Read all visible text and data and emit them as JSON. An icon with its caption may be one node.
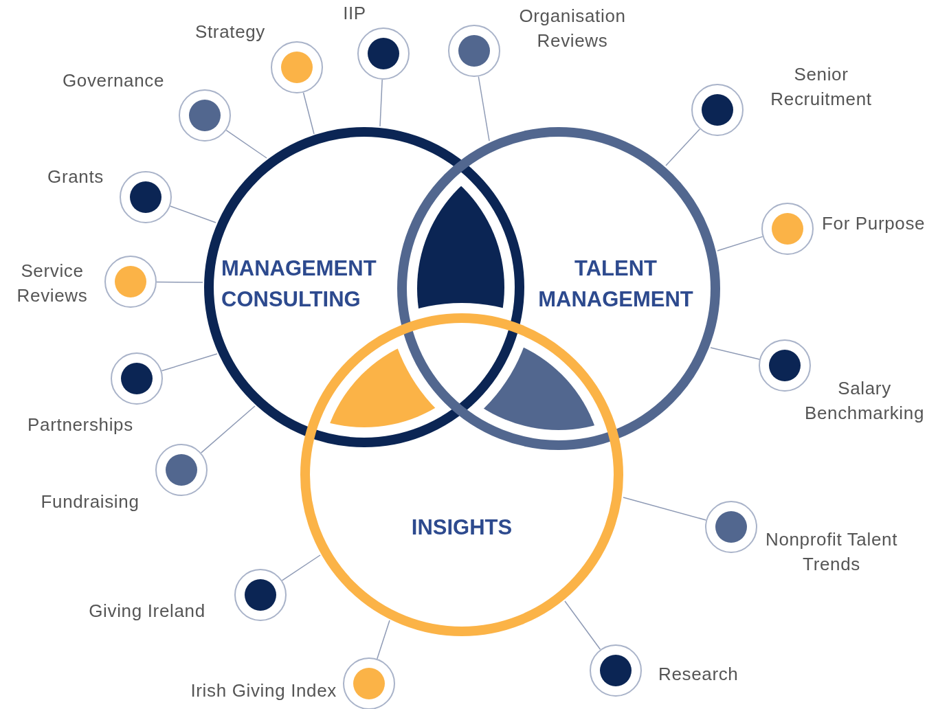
{
  "diagram": {
    "nodes": [
      {
        "text": [
          "MANAGEMENT CONSULTING"
        ]
      },
      {
        "text": [
          "TALENT MANAGEMENT"
        ]
      },
      {
        "text": [
          "INSIGHTS"
        ]
      },
      {
        "text": [],
        "shape": "circle",
        "beside": [
          "Strategy"
        ]
      },
      {
        "text": [],
        "shape": "circle",
        "beside": [
          "IIP"
        ]
      },
      {
        "text": [],
        "shape": "circle",
        "beside": [
          "Organisation Reviews"
        ]
      },
      {
        "text": [],
        "shape": "circle",
        "beside": [
          "Governance"
        ]
      },
      {
        "text": [],
        "shape": "circle",
        "beside": [
          "Senior Recruitment"
        ]
      },
      {
        "text": [],
        "shape": "circle",
        "beside": [
          "Grants"
        ]
      },
      {
        "text": [],
        "shape": "circle",
        "beside": [
          "For Purpose"
        ]
      },
      {
        "text": [],
        "shape": "circle",
        "beside": [
          "Service Reviews"
        ]
      },
      {
        "text": [],
        "shape": "circle",
        "beside": [
          "Salary Benchmarking"
        ]
      },
      {
        "text": [],
        "shape": "circle",
        "beside": [
          "Partnerships"
        ]
      },
      {
        "text": [],
        "shape": "circle",
        "beside": [
          "Fundraising"
        ]
      },
      {
        "text": [],
        "shape": "circle",
        "beside": [
          "Nonprofit Talent Trends"
        ]
      },
      {
        "text": [],
        "shape": "circle",
        "beside": [
          "Giving Ireland"
        ]
      },
      {
        "text": [],
        "shape": "circle",
        "beside": [
          "Research"
        ]
      },
      {
        "text": [],
        "shape": "circle",
        "beside": [
          "Irish Giving Index"
        ]
      }
    ],
    "edges": [
      {
        "from": 3,
        "to": 0,
        "arrow": "none"
      },
      {
        "from": 4,
        "to": 0,
        "arrow": "none"
      },
      {
        "from": 5,
        "to": 1,
        "arrow": "none"
      },
      {
        "from": 6,
        "to": 0,
        "arrow": "none"
      },
      {
        "from": 7,
        "to": 1,
        "arrow": "none"
      },
      {
        "from": 8,
        "to": 0,
        "arrow": "none"
      },
      {
        "from": 9,
        "to": 1,
        "arrow": "none"
      },
      {
        "from": 10,
        "to": 0,
        "arrow": "none"
      },
      {
        "from": 11,
        "to": 1,
        "arrow": "none"
      },
      {
        "from": 12,
        "to": 0,
        "arrow": "none"
      },
      {
        "from": 13,
        "to": 0,
        "arrow": "none"
      },
      {
        "from": 14,
        "to": 2,
        "arrow": "none"
      },
      {
        "from": 15,
        "to": 2,
        "arrow": "none"
      },
      {
        "from": 16,
        "to": 2,
        "arrow": "none"
      },
      {
        "from": 17,
        "to": 2,
        "arrow": "none"
      }
    ]
  }
}
